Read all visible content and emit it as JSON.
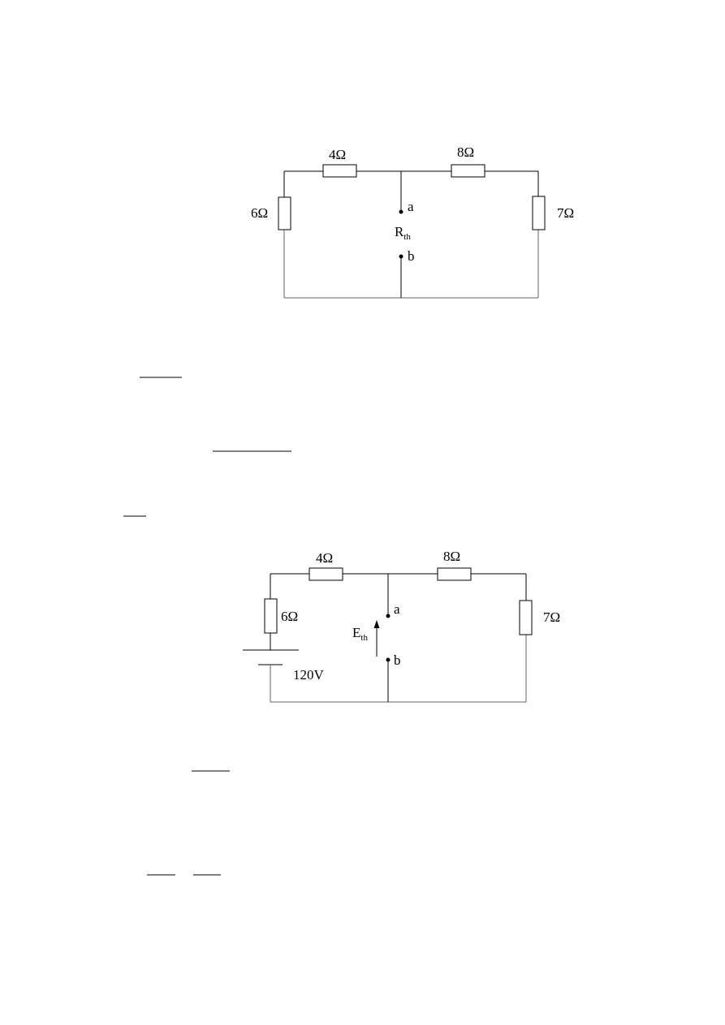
{
  "circuit1": {
    "r_top_left": "4Ω",
    "r_top_right": "8Ω",
    "r_left": "6Ω",
    "r_right": "7Ω",
    "terminal_a": "a",
    "terminal_b": "b",
    "label_main": "R",
    "label_sub": "th"
  },
  "circuit2": {
    "r_top_left": "4Ω",
    "r_top_right": "8Ω",
    "r_left": "6Ω",
    "r_right": "7Ω",
    "terminal_a": "a",
    "terminal_b": "b",
    "label_main": "E",
    "label_sub": "th",
    "source": "120V"
  }
}
